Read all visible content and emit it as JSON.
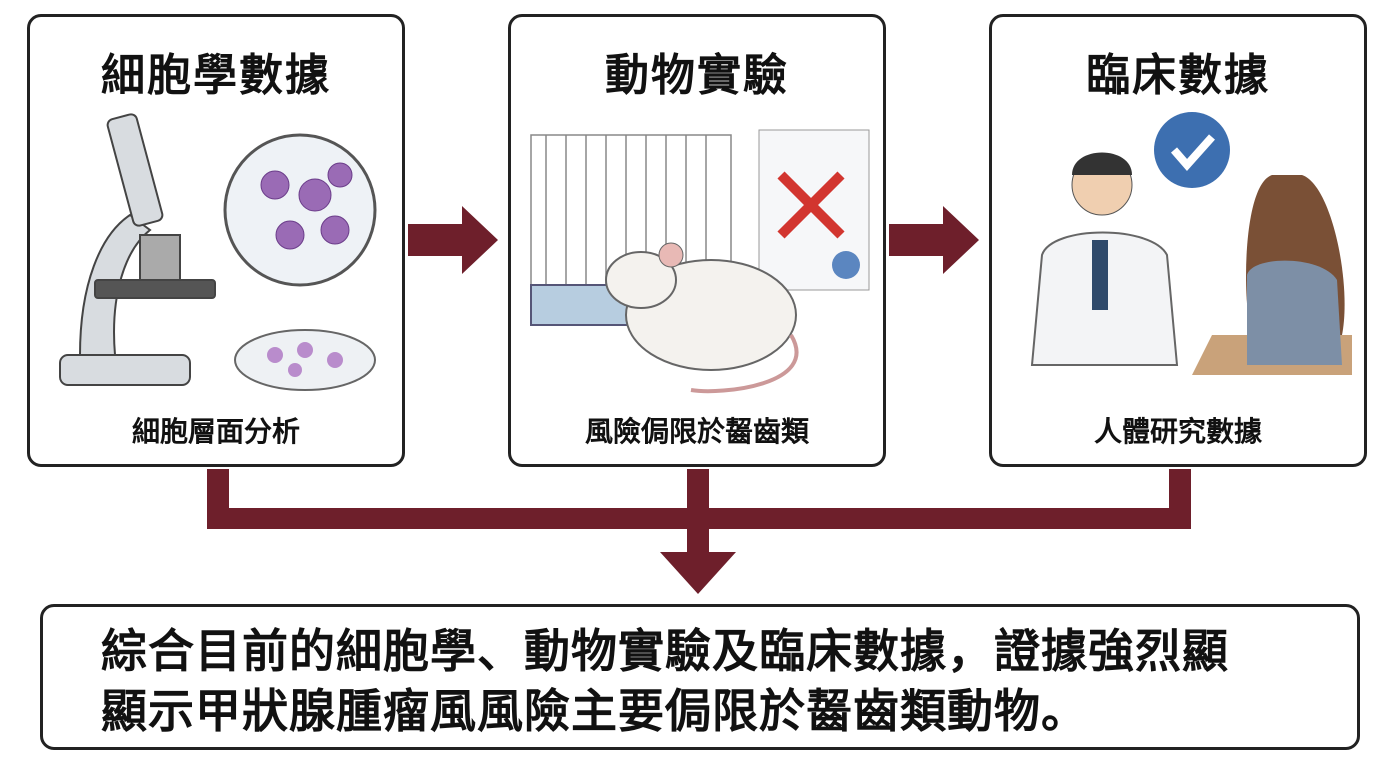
{
  "panels": [
    {
      "title": "細胞學數據",
      "caption": "細胞層面分析",
      "icon": "microscope-icon"
    },
    {
      "title": "動物實驗",
      "caption": "風險侷限於齧齒類",
      "icon": "rat-cage-icon"
    },
    {
      "title": "臨床數據",
      "caption": "人體研究數據",
      "icon": "doctor-patient-icon"
    }
  ],
  "summary": {
    "line1": "綜合目前的細胞學、動物實驗及臨床數據，證據強烈顯",
    "line2": "顯示甲狀腺腫瘤風風險主要侷限於齧齒類動物。"
  },
  "colors": {
    "arrow": "#6e1f2b",
    "border": "#222222",
    "check": "#3d6fb0",
    "cross": "#d2352f"
  }
}
